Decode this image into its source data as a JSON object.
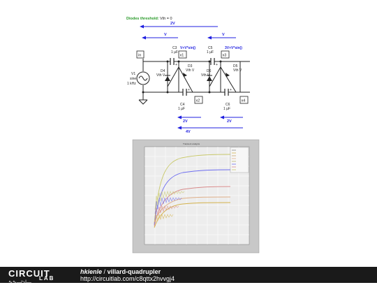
{
  "schematic": {
    "threshold_title": "Diodes threshold:",
    "threshold_value": "Vth = 0",
    "arrows": {
      "top_2v": "2V",
      "top_v": "V",
      "top_v_right": "V",
      "bot_2v_left": "2V",
      "bot_2v_right": "2V",
      "bot_4v": "4V"
    },
    "nodes": {
      "in": "in",
      "x1": "x1",
      "x2": "x2",
      "x3": "x3",
      "x4": "x4"
    },
    "labels": {
      "node1_expr": "V+V*sin()",
      "node3_expr": "3V+V*sin()",
      "c3": "C3",
      "c3_val": "1 µF",
      "c5": "C5",
      "c5_val": "1 µF",
      "c4": "C4",
      "c4_val": "1 µF",
      "c6": "C6",
      "c6_val": "1 µF",
      "d3": "D3",
      "d3_val": "Vth V",
      "d4": "D4",
      "d4_val": "Vth V",
      "d5": "D5",
      "d5_val": "Vth V",
      "d6": "D6",
      "d6_val": "Vth V",
      "v1": "V1",
      "v1_type": "sine",
      "v1_freq": "1 kHz"
    }
  },
  "plot": {
    "title": "Transient analysis"
  },
  "footer": {
    "brand_top": "CIRCUIT",
    "brand_bottom": "LAB",
    "user": "hkienle",
    "separator": "/",
    "project": "villard-quadrupler",
    "url": "http://circuitlab.com/c8qttx2hvvgj4"
  },
  "colors": {
    "arrow": "#1f1fe0",
    "threshold": "#2a9a2a",
    "footer_bg": "#1a1a1a"
  }
}
